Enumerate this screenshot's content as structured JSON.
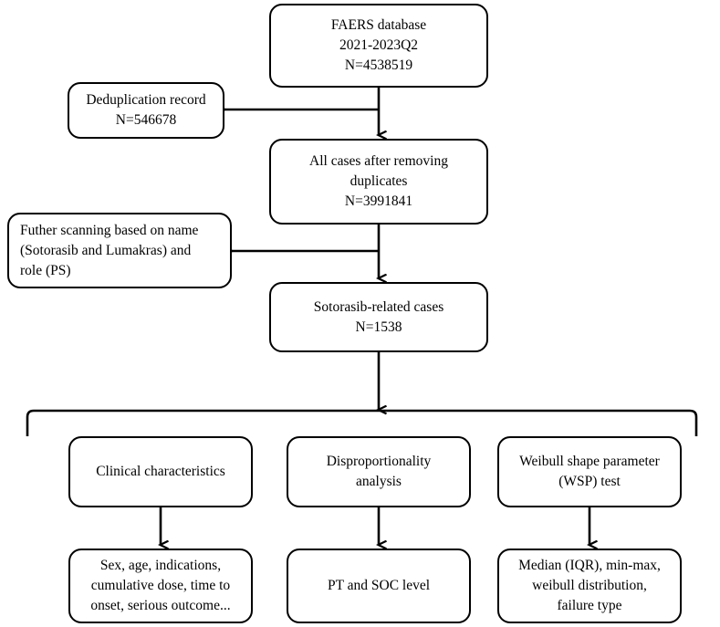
{
  "diagram": {
    "title": "FAERS sotorasib pharmacovigilance study flowchart",
    "line_color": "#000000",
    "box_fill": "#ffffff",
    "nodes": {
      "source_database": "FAERS database\n2021-2023Q2\nN=4538519",
      "deduplication_record": "Deduplication record\nN=546678",
      "after_duplicates": "All cases after removing\nduplicates\nN=3991841",
      "further_scanning": "Futher scanning based on name\n(Sotorasib and Lumakras) and\nrole (PS)",
      "sotorasib_cases": "Sotorasib-related cases\nN=1538",
      "clinical_characteristics": "Clinical characteristics",
      "disproportionality_analysis": "Disproportionality\nanalysis",
      "weibull_test": "Weibull shape parameter\n(WSP) test",
      "clinical_outputs": "Sex, age, indications,\ncumulative dose, time to\nonset, serious outcome...",
      "disproportionality_outputs": "PT and SOC level",
      "weibull_outputs": "Median (IQR), min-max,\nweibull distribution,\nfailure type"
    }
  }
}
